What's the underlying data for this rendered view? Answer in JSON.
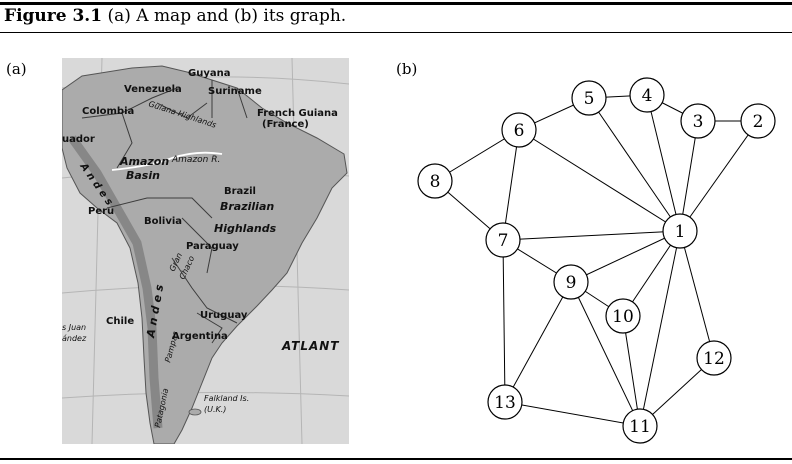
{
  "caption": {
    "figure_label": "Figure 3.1",
    "text": "(a) A map and (b) its graph."
  },
  "panels": {
    "a_label": "(a)",
    "b_label": "(b)"
  },
  "map": {
    "labels": {
      "guyana": "Guyana",
      "venezuela": "Venezuela",
      "suriname": "Suriname",
      "guiana_highlands": "Guiana Highlands",
      "french_guiana_1": "French Guiana",
      "french_guiana_2": "(France)",
      "colombia": "Colombia",
      "ecuador": "uador",
      "amazon_r": "Amazon R.",
      "amazon_basin_1": "Amazon",
      "amazon_basin_2": "Basin",
      "andes_north": "A n d e s",
      "brazil": "Brazil",
      "brazilian_1": "Brazilian",
      "brazilian_2": "Highlands",
      "peru": "Peru",
      "bolivia": "Bolivia",
      "paraguay": "Paraguay",
      "gran_chaco_1": "Gran",
      "gran_chaco_2": "Chaco",
      "andes_south": "A n d e s",
      "chile": "Chile",
      "uruguay": "Uruguay",
      "argentina": "Argentina",
      "pampas": "Pampas",
      "patagonia": "Patagonia",
      "juan_1": "s Juan",
      "juan_2": "ández",
      "atlantic": "ATLANT",
      "falkland_1": "Falkland Is.",
      "falkland_2": "(U.K.)"
    }
  },
  "graph": {
    "nodes": [
      {
        "id": "1"
      },
      {
        "id": "2"
      },
      {
        "id": "3"
      },
      {
        "id": "4"
      },
      {
        "id": "5"
      },
      {
        "id": "6"
      },
      {
        "id": "7"
      },
      {
        "id": "8"
      },
      {
        "id": "9"
      },
      {
        "id": "10"
      },
      {
        "id": "11"
      },
      {
        "id": "12"
      },
      {
        "id": "13"
      }
    ],
    "edges": [
      [
        "2",
        "3"
      ],
      [
        "2",
        "1"
      ],
      [
        "3",
        "4"
      ],
      [
        "3",
        "1"
      ],
      [
        "4",
        "5"
      ],
      [
        "4",
        "1"
      ],
      [
        "5",
        "6"
      ],
      [
        "5",
        "1"
      ],
      [
        "6",
        "1"
      ],
      [
        "6",
        "8"
      ],
      [
        "6",
        "7"
      ],
      [
        "8",
        "7"
      ],
      [
        "7",
        "1"
      ],
      [
        "7",
        "9"
      ],
      [
        "7",
        "13"
      ],
      [
        "9",
        "1"
      ],
      [
        "9",
        "10"
      ],
      [
        "9",
        "11"
      ],
      [
        "9",
        "13"
      ],
      [
        "10",
        "1"
      ],
      [
        "10",
        "11"
      ],
      [
        "1",
        "11"
      ],
      [
        "1",
        "12"
      ],
      [
        "12",
        "11"
      ],
      [
        "13",
        "11"
      ]
    ]
  }
}
